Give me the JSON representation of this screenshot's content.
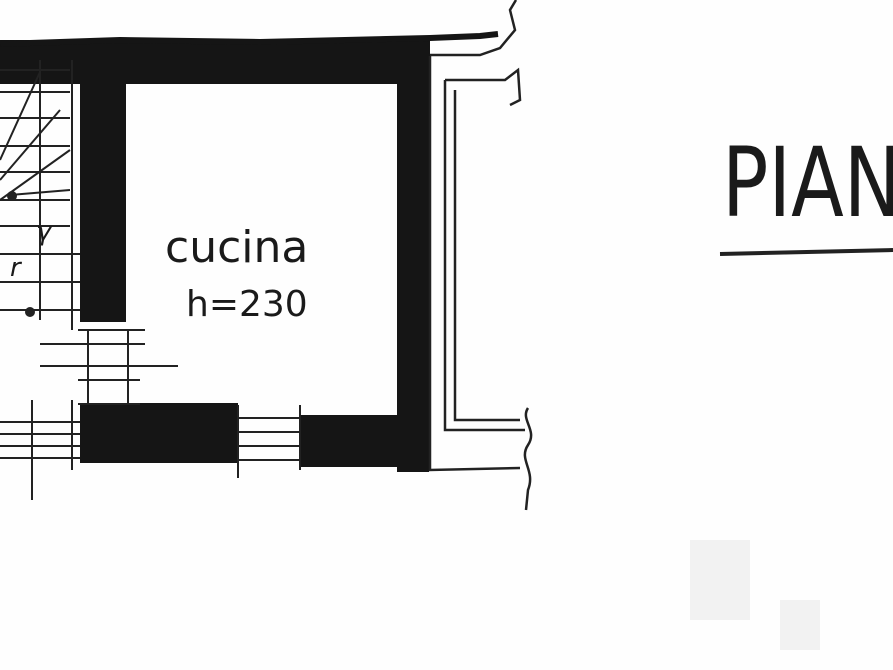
{
  "floor_plan": {
    "room": {
      "name": "cucina",
      "height_label": "h=230"
    },
    "stair_marks": {
      "upper": "γ",
      "lower": "r"
    },
    "heading_fragment": "PIANO"
  }
}
